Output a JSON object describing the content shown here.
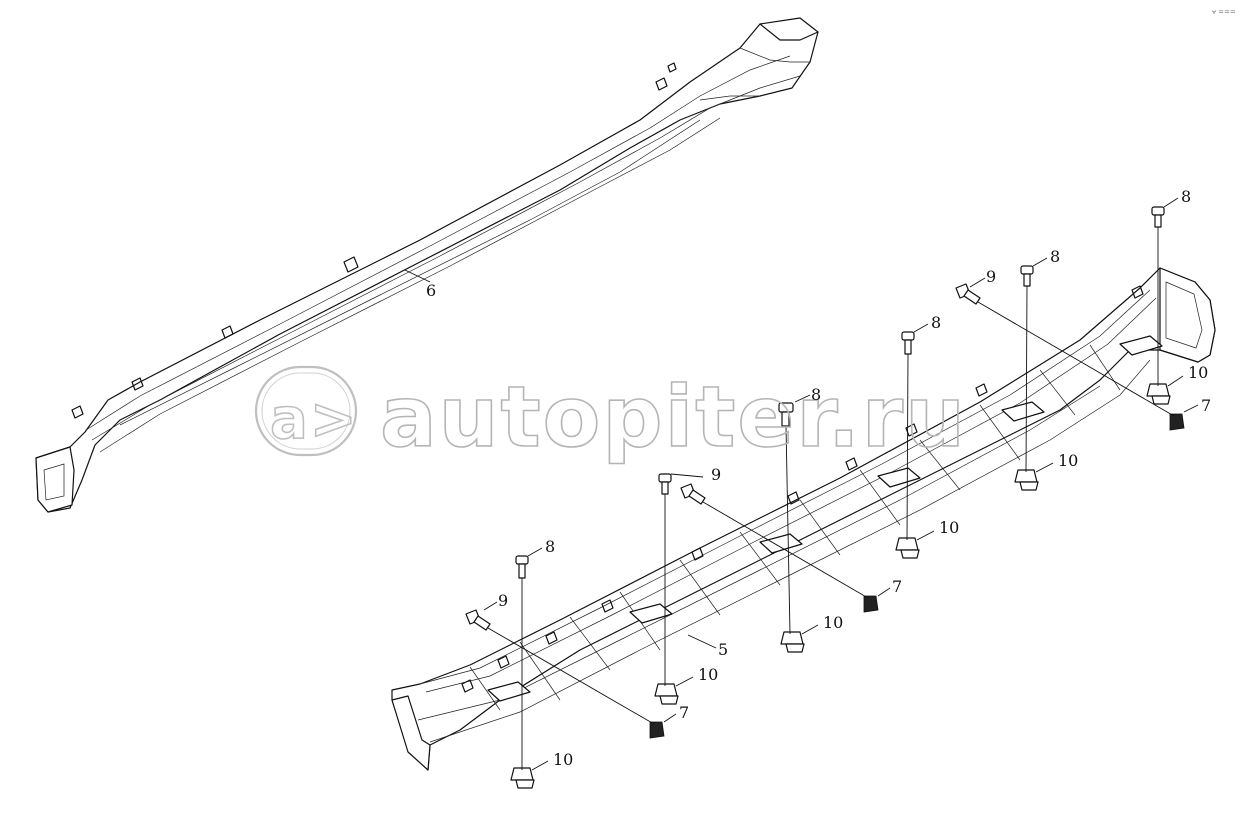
{
  "watermark": {
    "text": "autopiter.ru",
    "logo_glyph": "a>"
  },
  "corner_mark": "⩝ ===",
  "callouts": {
    "c6": "6",
    "c5": "5",
    "c7a": "7",
    "c7b": "7",
    "c7c": "7",
    "c8a": "8",
    "c8b": "8",
    "c8c": "8",
    "c8d": "8",
    "c8e": "8",
    "c9a": "9",
    "c9b": "9",
    "c9c": "9",
    "c10a": "10",
    "c10b": "10",
    "c10c": "10",
    "c10d": "10",
    "c10e": "10",
    "c10f": "10"
  }
}
